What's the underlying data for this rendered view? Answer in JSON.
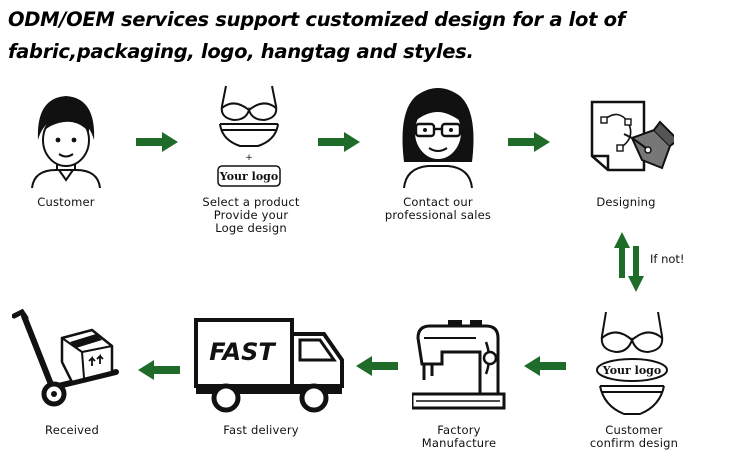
{
  "title": {
    "line1": "ODM/OEM services support customized design for a lot of",
    "line2": "fabric,packaging, logo, hangtag and styles."
  },
  "steps": {
    "customer": {
      "label1": "Customer"
    },
    "select": {
      "label1": "Select a product",
      "label2": "Provide your",
      "label3": "Loge design",
      "logo_text": "Your logo",
      "plus": "+"
    },
    "contact": {
      "label1": "Contact our",
      "label2": "professional sales"
    },
    "designing": {
      "label1": "Designing"
    },
    "confirm": {
      "label1": "Customer",
      "label2": "confirm design",
      "logo_text": "Your logo"
    },
    "factory": {
      "label1": "Factory",
      "label2": "Manufacture"
    },
    "delivery": {
      "label1": "Fast delivery",
      "truck_text": "FAST"
    },
    "received": {
      "label1": "Received"
    }
  },
  "loop_label": "If not!",
  "colors": {
    "arrow": "#1e6b2a",
    "ink": "#111111"
  },
  "icons": [
    "customer-icon",
    "product-logo-icon",
    "sales-icon",
    "design-pen-icon",
    "lingerie-logo-icon",
    "sewing-machine-icon",
    "delivery-truck-icon",
    "hand-truck-icon"
  ]
}
